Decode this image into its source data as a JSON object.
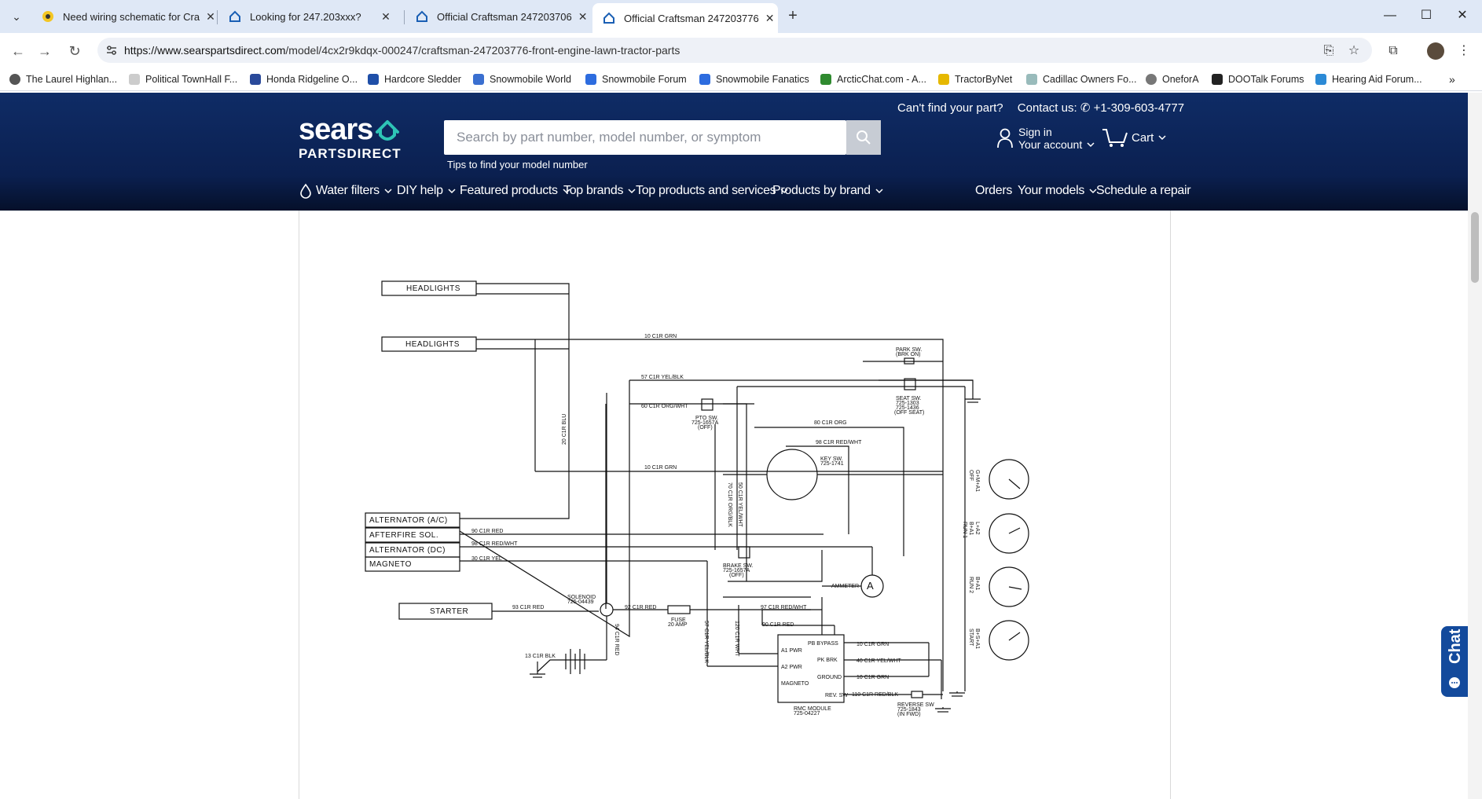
{
  "browser": {
    "tabs": [
      {
        "title": "Need wiring schematic for Cra",
        "active": false
      },
      {
        "title": "Looking for 247.203xxx?",
        "active": false
      },
      {
        "title": "Official Craftsman 247203706",
        "active": false
      },
      {
        "title": "Official Craftsman 247203776",
        "active": true
      }
    ],
    "address": {
      "host": "https://www.searspartsdirect.com",
      "path": "/model/4cx2r9kdqx-000247/craftsman-247203776-front-engine-lawn-tractor-parts"
    },
    "bookmarks": [
      "The Laurel Highlan...",
      "Political TownHall F...",
      "Honda Ridgeline O...",
      "Hardcore Sledder",
      "Snowmobile World",
      "Snowmobile Forum",
      "Snowmobile Fanatics",
      "ArcticChat.com - A...",
      "TractorByNet",
      "Cadillac Owners Fo...",
      "OneforA",
      "DOOTalk Forums",
      "Hearing Aid Forum..."
    ]
  },
  "colors": {
    "header_top": "#0f2c66",
    "header_bottom": "#05102a",
    "accent": "#2ec4b6",
    "chat": "#134a9c"
  },
  "header": {
    "logo_word": "sears",
    "logo_sub": "PARTSDIRECT",
    "search_placeholder": "Search by part number, model number, or symptom",
    "tips_link": "Tips to find your model number",
    "cant_find": "Can't find your part?",
    "contact": "Contact us:",
    "phone": "+1-309-603-4777",
    "sign_in": "Sign in",
    "your_account": "Your account",
    "cart": "Cart",
    "menu": {
      "water_filters": "Water filters",
      "diy_help": "DIY help",
      "featured_products": "Featured products",
      "top_brands": "Top brands",
      "top_products": "Top products and services",
      "products_by_brand": "Products by brand",
      "orders": "Orders",
      "your_models": "Your models",
      "schedule_repair": "Schedule a repair"
    }
  },
  "chat_label": "Chat",
  "schematic": {
    "components": {
      "headlights1": "HEADLIGHTS",
      "headlights2": "HEADLIGHTS",
      "alternator_ac": "ALTERNATOR (A/C)",
      "afterfire": "AFTERFIRE SOL.",
      "alternator_dc": "ALTERNATOR (DC)",
      "magneto": "MAGNETO",
      "starter": "STARTER"
    },
    "wires": {
      "w1": "10 C1R GRN",
      "w2": "57 C1R YEL/BLK",
      "w3": "60 C1R ORG/WHT",
      "w4": "80 C1R ORG",
      "w5": "98 C1R RED/WHT",
      "w6": "10 C1R GRN",
      "w7": "20 C1R BLU",
      "w8": "90 C1R RED",
      "w9": "98 C1R RED/WHT",
      "w10": "30 C1R YEL",
      "w11": "93 C1R RED",
      "w12": "92 C1R RED",
      "w13": "97 C1R RED/WHT",
      "w14": "90 C1R RED",
      "w15": "13 C1R BLK",
      "w16": "94 C1R RED",
      "w17": "57 C1R YEL/BLK",
      "w18": "120 C1R WHT",
      "w19": "10 C1R GRN",
      "w20": "40 C1R YEL/WHT",
      "w21": "10 C1R GRN",
      "w22": "110 C1R RED/BLK",
      "w23": "70 C1R ORG/BLK",
      "w24": "50 C1R YEL/WHT"
    },
    "parts": {
      "park_sw": "PARK SW.",
      "park_sw2": "(BRK ON)",
      "seat_sw": "SEAT SW.",
      "seat_sw2": "725-1303",
      "seat_sw3": "725-1436",
      "seat_sw4": "(OFF SEAT)",
      "pto_sw": "PTO SW.",
      "pto_sw2": "725-1657A",
      "pto_sw3": "(OFF)",
      "key_sw": "KEY SW.",
      "key_sw2": "725-1741",
      "brake_sw": "BRAKE SW.",
      "brake_sw2": "725-1657A",
      "brake_sw3": "(OFF)",
      "ammeter": "AMMETER",
      "solenoid": "SOLENOID",
      "solenoid2": "725-04439",
      "fuse": "FUSE",
      "fuse2": "20 AMP",
      "rmc": "RMC MODULE",
      "rmc2": "725-04227",
      "reverse_sw": "REVERSE SW",
      "reverse_sw2": "725-1843",
      "reverse_sw3": "(IN FWD)",
      "pb_bypass": "PB BYPASS",
      "pk_brk": "PK BRK",
      "ground": "GROUND",
      "rev_sw": "REV. SW",
      "a1_pwr": "A1 PWR",
      "a2_pwr": "A2 PWR",
      "magneto_t": "MAGNETO"
    },
    "positions": [
      {
        "line1": "OFF",
        "line2": "G+M+A1"
      },
      {
        "line1": "RUN 1",
        "line2": "B+A1",
        "line3": "L+A2"
      },
      {
        "line1": "RUN 2",
        "line2": "B+A1"
      },
      {
        "line1": "START",
        "line2": "B+S+A1"
      }
    ]
  }
}
